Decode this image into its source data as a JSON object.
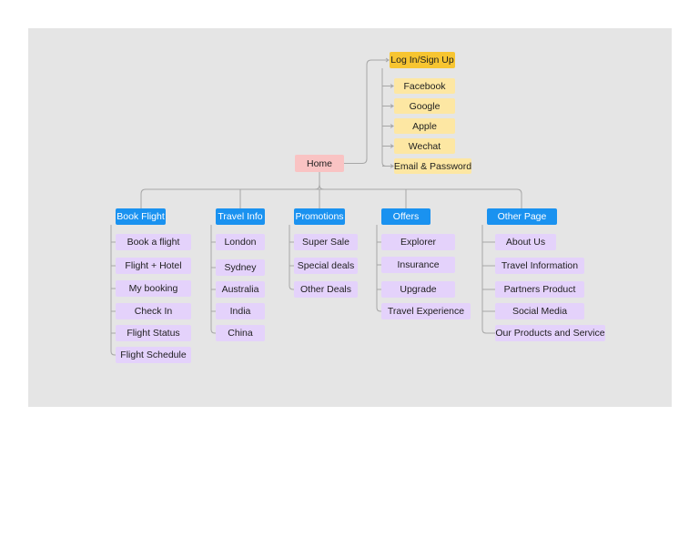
{
  "colors": {
    "board": "#e5e5e5",
    "home": "#f9c3c3",
    "login": "#f7c531",
    "login_child": "#fde7a3",
    "category": "#1a92f0",
    "leaf": "#e4d2fb",
    "connector": "#a6a6a6"
  },
  "home": {
    "label": "Home"
  },
  "login": {
    "label": "Log In/Sign Up",
    "children": [
      "Facebook",
      "Google",
      "Apple",
      "Wechat",
      "Email & Password"
    ]
  },
  "categories": [
    {
      "label": "Book Flight",
      "children": [
        "Book a flight",
        "Flight + Hotel",
        "My booking",
        "Check In",
        "Flight Status",
        "Flight Schedule"
      ]
    },
    {
      "label": "Travel Info",
      "children": [
        "London",
        "Sydney",
        "Australia",
        "India",
        "China"
      ]
    },
    {
      "label": "Promotions",
      "children": [
        "Super Sale",
        "Special deals",
        "Other Deals"
      ]
    },
    {
      "label": "Offers",
      "children": [
        "Explorer",
        "Insurance",
        "Upgrade",
        "Travel Experience"
      ]
    },
    {
      "label": "Other Page",
      "children": [
        "About Us",
        "Travel Information",
        "Partners Product",
        "Social Media",
        "Our Products and Service"
      ]
    }
  ]
}
